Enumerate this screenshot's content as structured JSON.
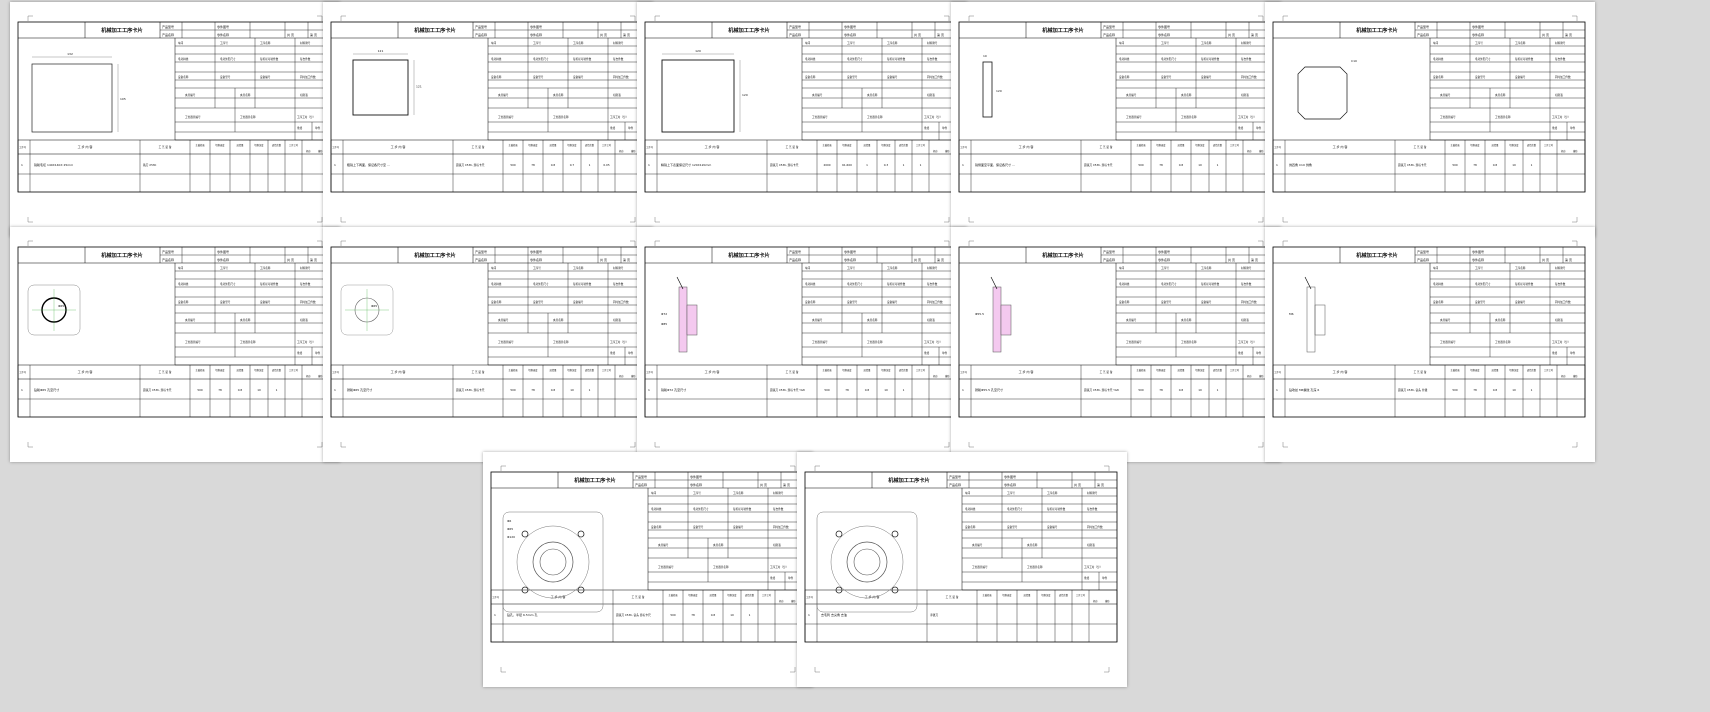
{
  "document": {
    "card_title": "机械加工工序卡片",
    "header_labels": [
      "产品型号",
      "零件图号",
      "产品名称",
      "零件名称",
      "共 页",
      "第 页"
    ],
    "info_labels": [
      "车间",
      "工序号",
      "工序名称",
      "材料牌号",
      "毛坯种类",
      "毛坯外形尺寸",
      "每毛坯可制件数",
      "每台件数",
      "设备名称",
      "设备型号",
      "设备编号",
      "同时加工件数",
      "夹具编号",
      "夹具名称",
      "切削液",
      "工位器具编号",
      "工位器具名称",
      "工序工时（分）",
      "准终",
      "单件"
    ],
    "table_headers": [
      "工步号",
      "工 步 内 容",
      "工 艺 装 备",
      "主轴转速",
      "切削速度",
      "进给量",
      "切削深度",
      "进给次数",
      "工步工时",
      "机动",
      "辅助"
    ],
    "pages": [
      {
        "id": "p1",
        "figure": "rect-wide",
        "dims": [
          "132",
          "105"
        ],
        "step_no": "1",
        "step": "铣削毛坯 140X140X 25mm",
        "tool": "铣刀 X53K",
        "values": []
      },
      {
        "id": "p2",
        "figure": "square-small",
        "dims": [
          "121",
          "121"
        ],
        "step_no": "1",
        "step": "粗铣上下两面，保证各尺寸至 …",
        "tool": "面铣刀 X53K, 游标卡尺",
        "values": [
          "500",
          "78",
          "0.8",
          "0.7",
          "1",
          "0.05"
        ]
      },
      {
        "id": "p3",
        "figure": "square-large",
        "dims": [
          "120",
          "120"
        ],
        "step_no": "1",
        "step": "精铣上下表面保证尺寸 120X120mm",
        "tool": "面铣刀 X53K, 游标卡尺",
        "values": [
          "2000",
          "61.600",
          "1",
          "0.3",
          "1",
          "1"
        ]
      },
      {
        "id": "p4",
        "figure": "bar-thin",
        "dims": [
          "10",
          "120"
        ],
        "step_no": "1",
        "step": "铣侧面至平面，保证各尺寸 …",
        "tool": "面铣刀 X53K, 游标卡尺",
        "values": [
          "500",
          "78",
          "0.8",
          "10",
          "1"
        ]
      },
      {
        "id": "p5",
        "figure": "chamfer-square",
        "dims": [
          "C10"
        ],
        "step_no": "1",
        "step": "倒四角 C10 倒角",
        "tool": "面铣刀 X53K, 游标卡尺",
        "values": [
          "500",
          "78",
          "0.8",
          "10",
          "1"
        ]
      },
      {
        "id": "p6",
        "figure": "circle-in-square",
        "dims": [
          "Φ65"
        ],
        "step_no": "1",
        "step": "钻削Φ65 孔至尺寸",
        "tool": "面铣刀 X53K, 游标卡尺",
        "values": [
          "500",
          "78",
          "0.8",
          "10",
          "1"
        ]
      },
      {
        "id": "p7",
        "figure": "circle-in-square-light",
        "dims": [
          "Φ65"
        ],
        "step_no": "1",
        "step": "镗削Φ65 孔至尺寸",
        "tool": "面铣刀 X53K, 游标卡尺",
        "values": [
          "500",
          "78",
          "0.8",
          "10",
          "1"
        ]
      },
      {
        "id": "p8",
        "figure": "section-pink",
        "dims": [
          "Φ72",
          "Φ85"
        ],
        "step_no": "1",
        "step": "铣削Φ72 孔至尺寸",
        "tool": "面铣刀 X53K, 游标卡尺 YG8",
        "values": [
          "500",
          "78",
          "0.8",
          "10",
          "1"
        ]
      },
      {
        "id": "p9",
        "figure": "section-pink-2",
        "dims": [
          "Φ55.5"
        ],
        "step_no": "1",
        "step": "镗削Φ55.5 孔至尺寸",
        "tool": "面铣刀 X53K, 游标卡尺 YG8",
        "values": [
          "500",
          "78",
          "0.8",
          "10",
          "1"
        ]
      },
      {
        "id": "p10",
        "figure": "section-thread",
        "dims": [
          "M6"
        ],
        "step_no": "1",
        "step": "钻攻丝 M6螺纹 孔深 6",
        "tool": "面铣刀 X53K, 钻头 丝锥",
        "values": [
          "500",
          "78",
          "0.8",
          "10",
          "1"
        ]
      },
      {
        "id": "p11",
        "figure": "flange-dims",
        "dims": [
          "Φ6",
          "Φ65",
          "Φ120"
        ],
        "step_no": "1",
        "step": "钻孔，半径 6.5mm 孔",
        "tool": "面铣刀 X53K, 钻头 游标卡尺",
        "values": [
          "500",
          "78",
          "0.8",
          "10",
          "1"
        ]
      },
      {
        "id": "p12",
        "figure": "flange-final",
        "dims": [],
        "step_no": "1",
        "step": "去毛刺 去尖角 去油",
        "tool": "手锉刀",
        "values": []
      }
    ]
  }
}
